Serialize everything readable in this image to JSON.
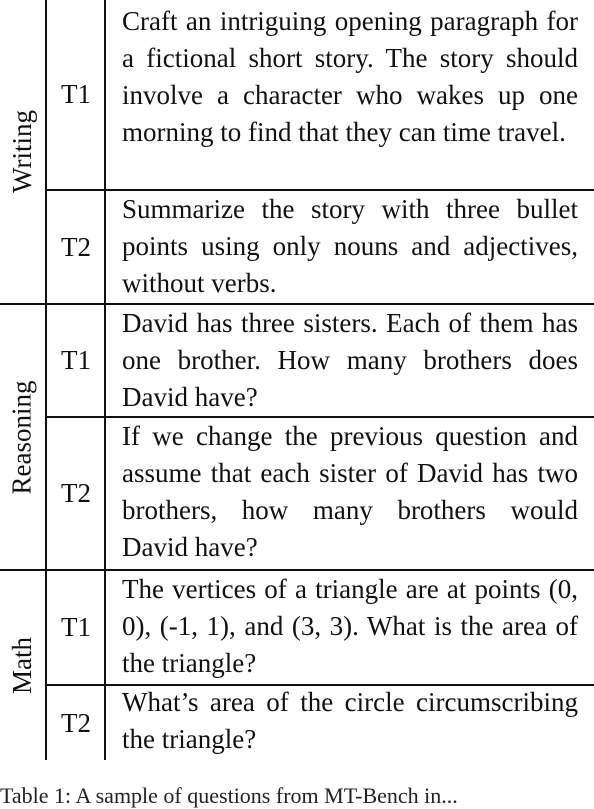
{
  "rows": [
    {
      "category": "Writing",
      "turns": [
        {
          "label": "T1",
          "text": "Craft an intriguing opening paragraph for a fictional short story. The story should involve a character who wakes up one morning to find that they can time travel."
        },
        {
          "label": "T2",
          "text": "Summarize the story with three bullet points using only nouns and adjectives, without verbs."
        }
      ]
    },
    {
      "category": "Reasoning",
      "turns": [
        {
          "label": "T1",
          "text": "David has three sisters. Each of them has one brother. How many brothers does David have?"
        },
        {
          "label": "T2",
          "text": "If we change the previous question and assume that each sister of David has two brothers, how many brothers would David have?"
        }
      ]
    },
    {
      "category": "Math",
      "turns": [
        {
          "label": "T1",
          "text": "The vertices of a triangle are at points (0, 0), (-1, 1), and (3, 3). What is the area of the triangle?"
        },
        {
          "label": "T2",
          "text": "What’s area of the circle circumscribing the triangle?"
        }
      ]
    }
  ],
  "caption": "Table 1: A sample of questions from MT-Bench in..."
}
